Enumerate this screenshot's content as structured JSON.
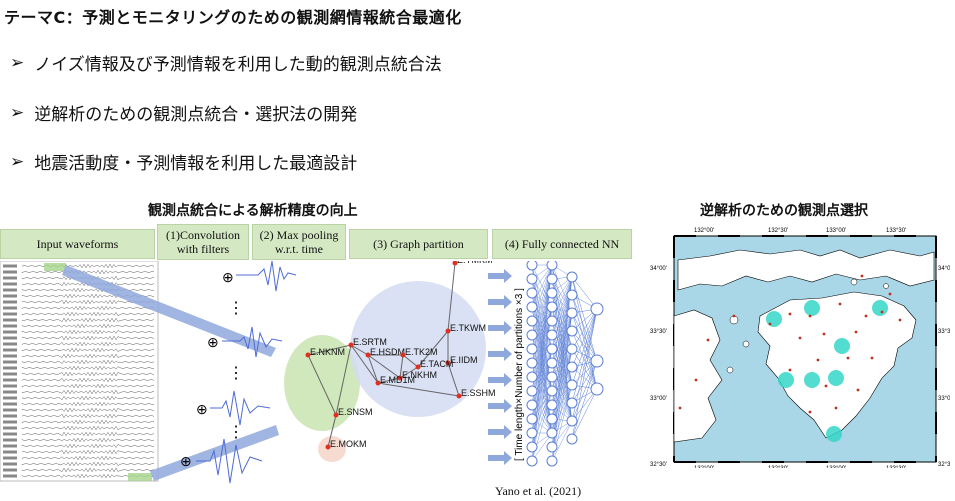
{
  "title": "テーマC：予測とモニタリングのための観測網情報統合最適化",
  "bullets": [
    "ノイズ情報及び予測情報を利用した動的観測点統合法",
    "逆解析のための観測点統合・選択法の開発",
    "地震活動度・予測情報を利用した最適設計"
  ],
  "bullet_marker": "➢",
  "left_panel": {
    "title": "観測点統合による解析精度の向上",
    "steps": {
      "input": "Input waveforms",
      "conv": "(1)Convolution\nwith filters",
      "pool": "(2) Max pooling\nw.r.t. time",
      "graph": "(3) Graph partition",
      "nn": "(4) Fully connected NN"
    },
    "stations": [
      "E.YMKM",
      "E.TKWM",
      "E.IIDM",
      "E.SSHM",
      "E.HSDM",
      "E.TK2M",
      "E.TACM",
      "E.NKHM",
      "E.MD1M",
      "E.SRTM",
      "E.NKNM",
      "E.SNSM",
      "E.MOKM"
    ],
    "nn_axis_label": "[ Time length×Number of partitions ×3 ]",
    "citation": "Yano et al. (2021)",
    "plus_symbol": "⊕",
    "dots": "⋮",
    "colors": {
      "green": "#d5e8c4",
      "blue_arrow": "#8fa8dc",
      "node": "#e03020"
    }
  },
  "right_panel": {
    "title": "逆解析のための観測点選択",
    "lon_ticks": [
      "132°00'",
      "132°30'",
      "133°00'",
      "133°30'"
    ],
    "lat_ticks": [
      "34°00'",
      "33°30'",
      "33°00'",
      "32°30'"
    ],
    "colors": {
      "sea": "#a9d7e8",
      "land": "#ffffff",
      "highlight": "#35d6c8"
    }
  }
}
